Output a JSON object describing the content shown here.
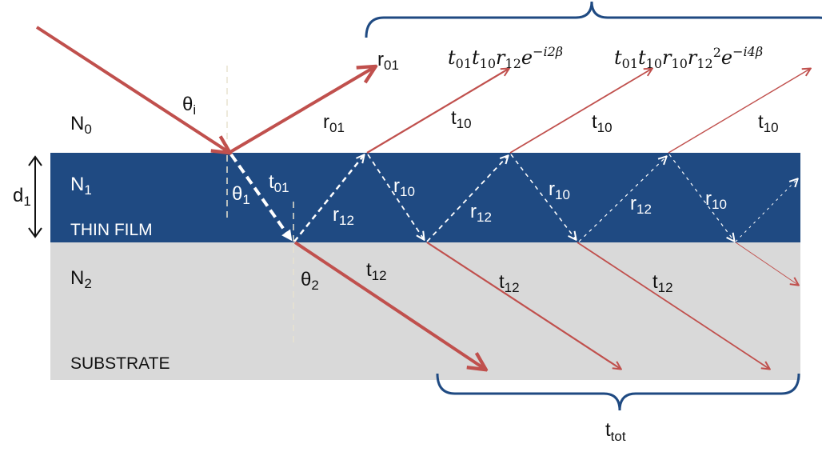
{
  "colors": {
    "film": "#1f4a82",
    "substrate": "#d9d9d9",
    "ray": "#c0504d",
    "internal_ray": "#ffffff",
    "brace": "#1f4a82",
    "normal": "#e8e3d0"
  },
  "media": {
    "n0": {
      "base": "N",
      "sub": "0"
    },
    "n1": {
      "base": "N",
      "sub": "1"
    },
    "n2": {
      "base": "N",
      "sub": "2"
    },
    "thickness": {
      "base": "d",
      "sub": "1"
    },
    "film_label": "THIN FILM",
    "substrate_label": "SUBSTRATE"
  },
  "angles": {
    "incident": {
      "base": "θ",
      "sub": "i"
    },
    "film": {
      "base": "θ",
      "sub": "1"
    },
    "substrate": {
      "base": "θ",
      "sub": "2"
    }
  },
  "coefficients": {
    "r01": {
      "base": "r",
      "sub": "01"
    },
    "t01": {
      "base": "t",
      "sub": "01"
    },
    "r10": {
      "base": "r",
      "sub": "10"
    },
    "t10": {
      "base": "t",
      "sub": "10"
    },
    "r12": {
      "base": "r",
      "sub": "12"
    },
    "t12": {
      "base": "t",
      "sub": "12"
    },
    "ttot": {
      "base": "t",
      "sub": "tot"
    }
  },
  "expressions": {
    "second": {
      "t": "t",
      "t_sub1": "01",
      "t_sub2": "10",
      "r": "r",
      "r_sub": "12",
      "e": "e",
      "exp": "−i2β"
    },
    "third": {
      "t": "t",
      "t_sub1": "01",
      "t_sub2": "10",
      "r": "r",
      "r_sub1": "10",
      "r_sub2": "12",
      "sq": "2",
      "e": "e",
      "exp": "−i4β"
    }
  }
}
